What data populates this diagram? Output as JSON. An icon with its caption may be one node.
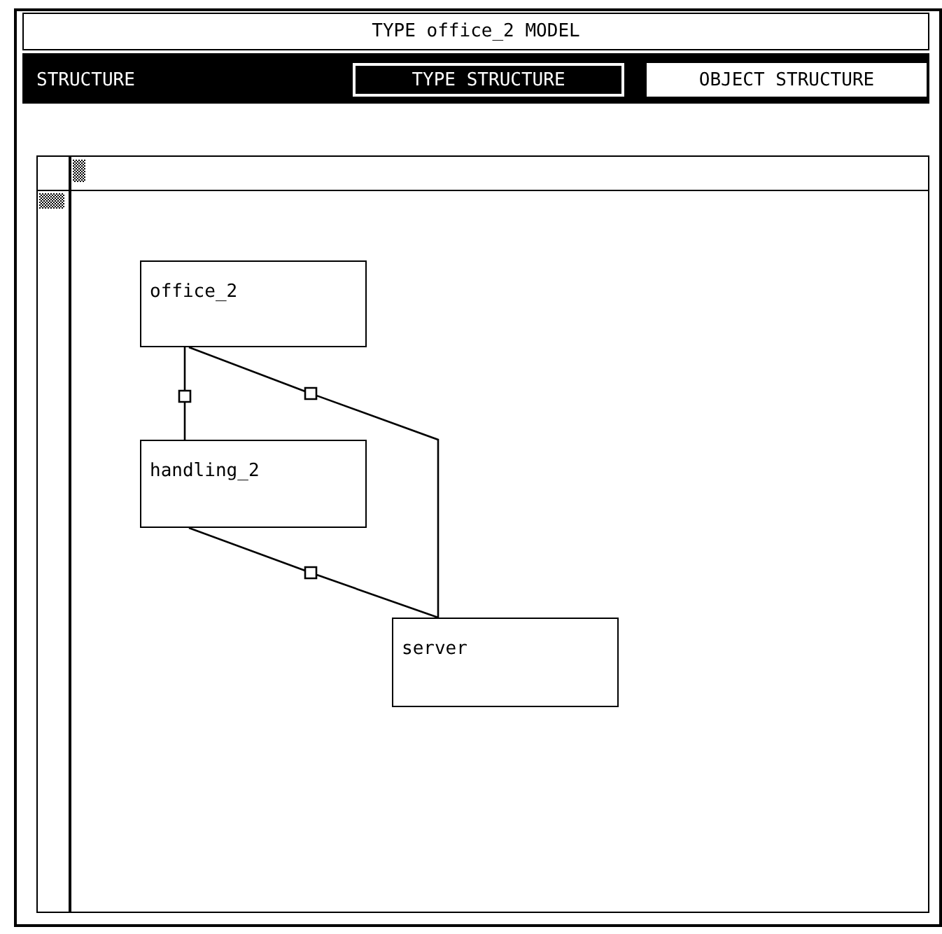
{
  "diagram": {
    "title": "TYPE office_2 MODEL",
    "nodes": [
      {
        "text": [
          "office_2"
        ]
      },
      {
        "text": [
          "handling_2"
        ]
      },
      {
        "text": [
          "server"
        ]
      }
    ],
    "edges": [
      {
        "from": 0,
        "to": 1,
        "arrow": "none"
      },
      {
        "from": 0,
        "to": 2,
        "arrow": "none"
      },
      {
        "from": 1,
        "to": 2,
        "arrow": "none"
      }
    ],
    "labels": [
      "STRUCTURE",
      "TYPE STRUCTURE",
      "OBJECT STRUCTURE"
    ]
  }
}
